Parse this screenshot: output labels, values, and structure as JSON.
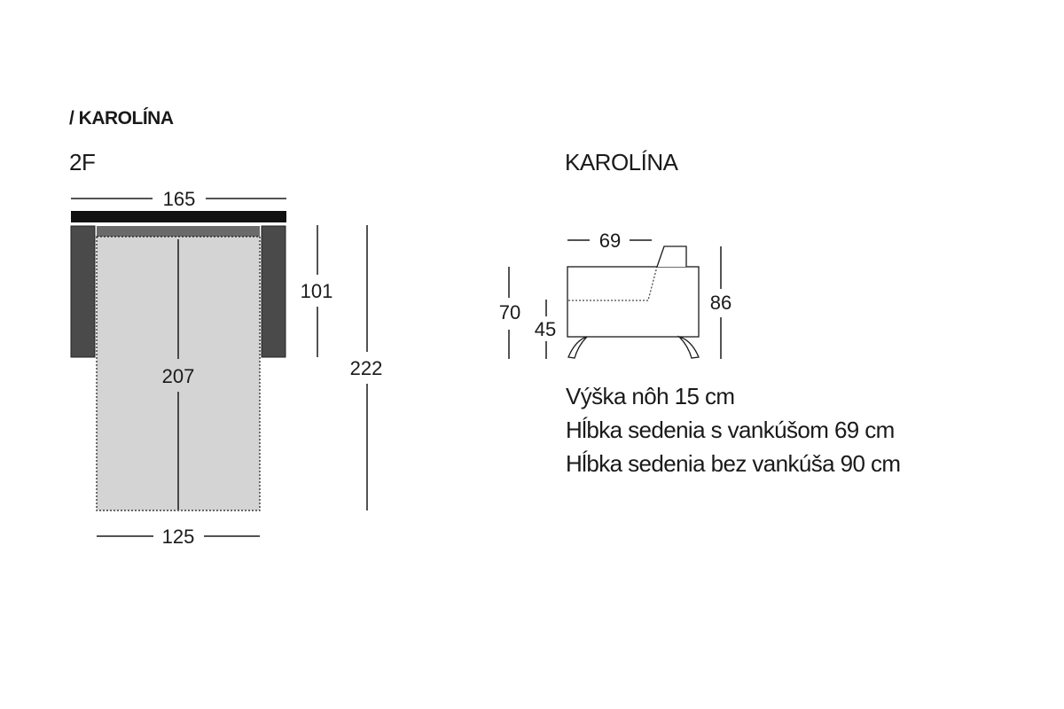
{
  "header": {
    "brand_line": "/ KAROLÍNA",
    "variant": "2F",
    "side_title": "KAROLÍNA"
  },
  "plan_view": {
    "width_label": "165",
    "depth_label": "101",
    "bed_length_label": "207",
    "total_length_label": "222",
    "bed_width_label": "125"
  },
  "side_view": {
    "depth_label": "69",
    "height_label": "70",
    "seat_height_label": "45",
    "back_height_label": "86"
  },
  "specs": [
    "Výška nôh 15 cm",
    "Hĺbka sedenia s vankúšom 69 cm",
    "Hĺbka sedenia bez vankúša 90 cm"
  ],
  "colors": {
    "line": "#1a1a1a",
    "arm": "#4a4a4a",
    "bed": "#d4d4d4",
    "backrest": "#111111",
    "mattress_edge": "#6a6a6a"
  }
}
